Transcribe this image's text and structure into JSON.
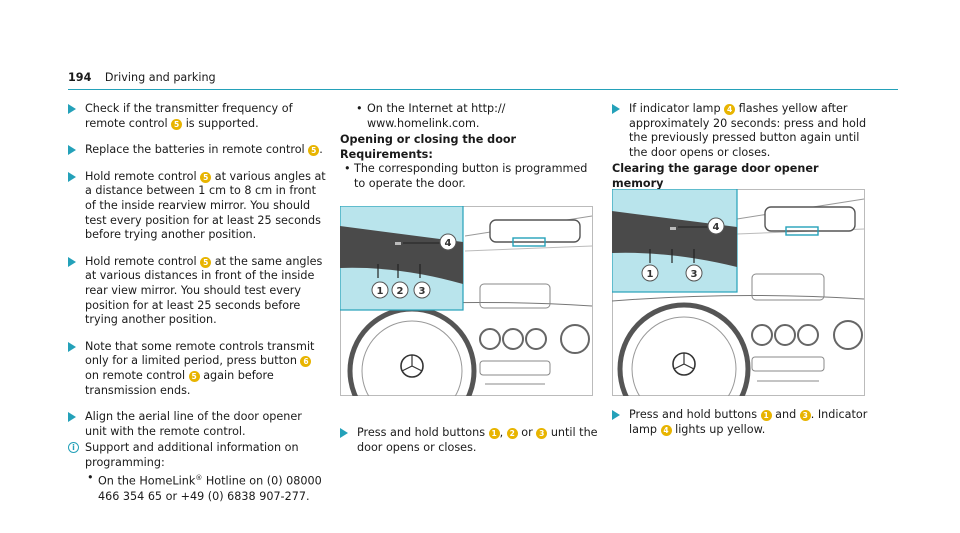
{
  "header": {
    "page_number": "194",
    "section": "Driving and parking"
  },
  "col1": {
    "step1": {
      "a": "Check if the transmitter frequency of remote control ",
      "n": "5",
      "b": " is supported."
    },
    "step2": {
      "a": "Replace the batteries in remote control ",
      "n": "5",
      "b": "."
    },
    "step3": {
      "a": "Hold remote control ",
      "n": "5",
      "b": " at various angles at a distance between 1 cm to 8 cm in front of the inside rearview mirror. You should test every position for at least 25 seconds before trying another position."
    },
    "step4": {
      "a": "Hold remote control ",
      "n": "5",
      "b": " at the same angles at various distances in front of the inside rear view mirror. You should test every position for at least 25 seconds before trying another position."
    },
    "step5": {
      "a": "Note that some remote controls transmit only for a limited period, press button ",
      "n": "6",
      "b": " on remote control ",
      "n2": "5",
      "c": " again before transmission ends."
    },
    "step6": "Align the aerial line of the door opener unit with the remote control.",
    "info": "Support and additional information on programming:",
    "info_icon": "i",
    "bullet1": {
      "a": "On the HomeLink",
      "sup": "®",
      "b": " Hotline on (0) 08000 466 354 65 or +49 (0) 6838 907-277."
    }
  },
  "col2": {
    "bullet2": "On the Internet at http:// www.homelink.com.",
    "heading": "Opening or closing the door",
    "req": "Requirements:",
    "bullet3": "The corresponding button is programmed to operate the door.",
    "step7": {
      "a": "Press and hold buttons ",
      "n1": "1",
      "s1": ", ",
      "n2": "2",
      "s2": " or ",
      "n3": "3",
      "b": " until the door opens or closes."
    }
  },
  "col3": {
    "step8": {
      "a": "If indicator lamp ",
      "n": "4",
      "b": " flashes yellow after approximately 20 seconds: press and hold the previously pressed button again until the door opens or closes."
    },
    "heading": "Clearing the garage door opener memory",
    "step9": {
      "a": "Press and hold buttons ",
      "n1": "1",
      "s1": " and ",
      "n2": "3",
      "b": ". Indicator lamp ",
      "n3": "4",
      "c": " lights up yellow."
    }
  },
  "figures": {
    "fig1_callouts": [
      "1",
      "2",
      "3",
      "4"
    ],
    "fig2_callouts": [
      "1",
      "3",
      "4"
    ]
  },
  "colors": {
    "accent": "#24a1b9",
    "callout": "#e8b400",
    "figure_highlight": "#b9e4ec"
  }
}
